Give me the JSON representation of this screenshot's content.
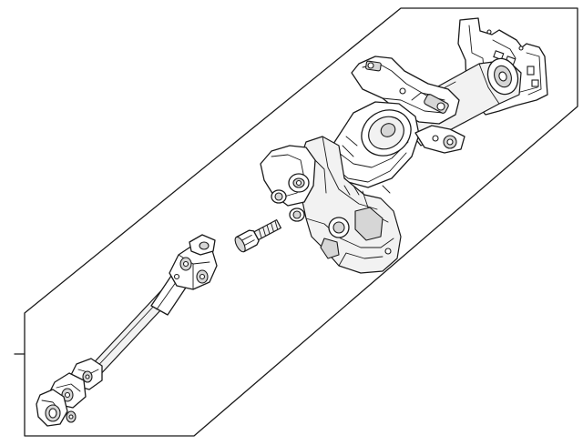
{
  "diagram": {
    "parts": [
      {
        "id": "steering-column-assembly",
        "icon": "steering-column-icon"
      },
      {
        "id": "column-mounting-bolt",
        "icon": "bolt-icon"
      },
      {
        "id": "intermediate-shaft",
        "icon": "universal-joint-shaft-icon"
      }
    ],
    "colors": {
      "line": "#1a1a1a",
      "background": "#ffffff",
      "shade": "#d6d6d6"
    }
  }
}
